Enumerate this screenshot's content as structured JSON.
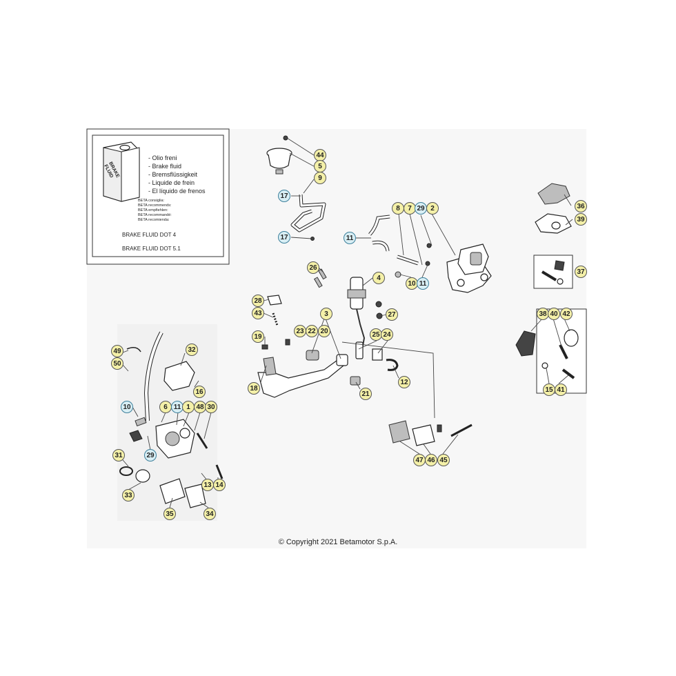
{
  "legend": {
    "can_label_line1": "BRAKE",
    "can_label_line2": "FLUID",
    "items": [
      "- Olio freni",
      "- Brake fluid",
      "- Bremsflüssigkeit",
      "- Liquide de frein",
      "- El líquido de frenos"
    ],
    "recommend": [
      "BETA consiglia:",
      "BETA recommends:",
      "BETA empfiehlen:",
      "BETA recommandé:",
      "BETA recomienda:"
    ],
    "spec1": "BRAKE FLUID DOT 4",
    "spec2": "BRAKE FLUID DOT 5.1"
  },
  "callouts": [
    "44",
    "5",
    "9",
    "17",
    "17",
    "11",
    "8",
    "7",
    "29",
    "2",
    "36",
    "39",
    "37",
    "4",
    "26",
    "10",
    "11",
    "28",
    "43",
    "27",
    "3",
    "23",
    "22",
    "20",
    "19",
    "25",
    "24",
    "18",
    "12",
    "21",
    "38",
    "40",
    "42",
    "15",
    "41",
    "32",
    "49",
    "50",
    "16",
    "10",
    "6",
    "11",
    "1",
    "48",
    "30",
    "29",
    "31",
    "33",
    "35",
    "13",
    "14",
    "34",
    "47",
    "46",
    "45"
  ],
  "callout_styles": [
    "y",
    "y",
    "y",
    "b",
    "b",
    "b",
    "y",
    "y",
    "b",
    "y",
    "y",
    "y",
    "y",
    "y",
    "y",
    "y",
    "b",
    "y",
    "y",
    "y",
    "y",
    "y",
    "y",
    "y",
    "y",
    "y",
    "y",
    "y",
    "y",
    "y",
    "y",
    "y",
    "y",
    "y",
    "y",
    "y",
    "y",
    "y",
    "y",
    "b",
    "y",
    "b",
    "y",
    "y",
    "y",
    "b",
    "y",
    "y",
    "y",
    "y",
    "y",
    "y",
    "y",
    "y",
    "y"
  ],
  "copyright": "© Copyright 2021 Betamotor S.p.A."
}
